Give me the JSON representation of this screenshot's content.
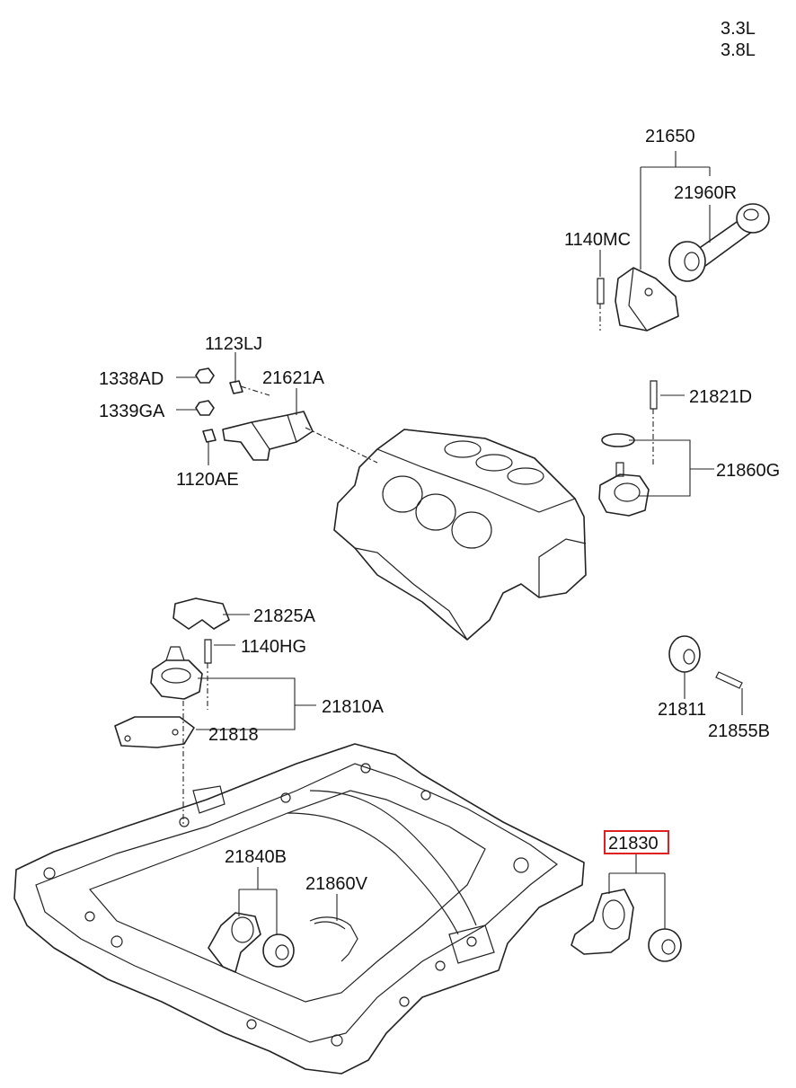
{
  "engine_variants": [
    "3.3L",
    "3.8L"
  ],
  "highlight_color": "#e02020",
  "labels": {
    "p21650": "21650",
    "p21960R": "21960R",
    "p1140MC": "1140MC",
    "p1123LJ": "1123LJ",
    "p1338AD": "1338AD",
    "p1339GA": "1339GA",
    "p21621A": "21621A",
    "p1120AE": "1120AE",
    "p21821D": "21821D",
    "p21860G": "21860G",
    "p21825A": "21825A",
    "p1140HG": "1140HG",
    "p21810A": "21810A",
    "p21818": "21818",
    "p21811": "21811",
    "p21855B": "21855B",
    "p21840B": "21840B",
    "p21860V": "21860V",
    "p21830": "21830"
  },
  "highlighted_part": "21830"
}
